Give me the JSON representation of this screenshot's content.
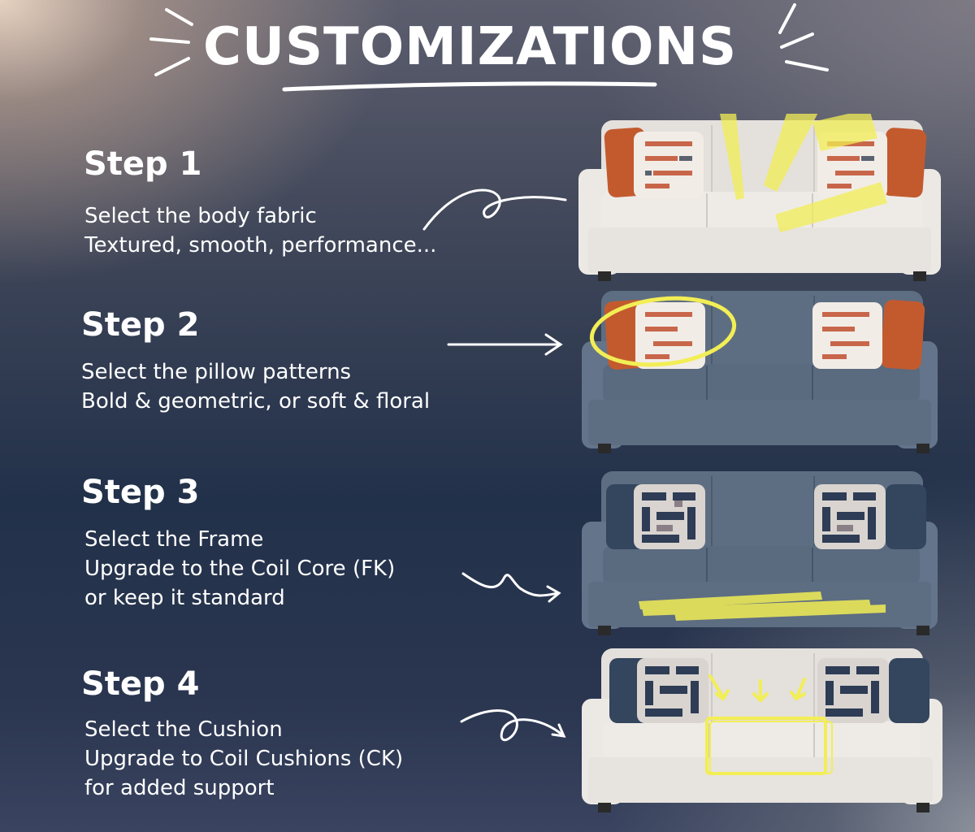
{
  "title": "CUSTOMIZATIONS",
  "steps": [
    {
      "heading": "Step 1",
      "lines": [
        "Select the body fabric",
        "Textured, smooth, performance..."
      ]
    },
    {
      "heading": "Step 2",
      "lines": [
        "Select the pillow patterns",
        "Bold & geometric, or soft & floral"
      ]
    },
    {
      "heading": "Step 3",
      "lines": [
        "Select the Frame",
        "Upgrade to the Coil Core (FK)",
        "or keep it standard"
      ]
    },
    {
      "heading": "Step 4",
      "lines": [
        "Select the Cushion",
        "Upgrade to Coil Cushions (CK)",
        "for added support"
      ]
    }
  ],
  "colors": {
    "text": "#ffffff",
    "highlight": "#f2ee55",
    "sofa_cream": "#e9e6e2",
    "sofa_blue": "#5b6b7e",
    "pillow_orange": "#c35a2e"
  }
}
